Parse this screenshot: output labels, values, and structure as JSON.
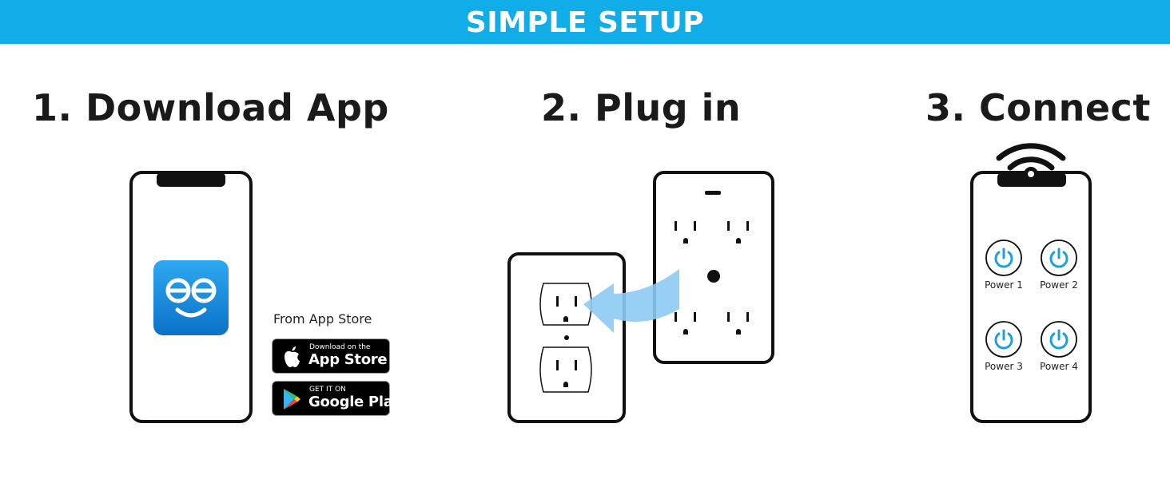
{
  "banner": {
    "title": "SIMPLE SETUP"
  },
  "steps": [
    {
      "title": "1. Download App"
    },
    {
      "title": "2. Plug in"
    },
    {
      "title": "3. Connect"
    }
  ],
  "download": {
    "from_label": "From App Store",
    "app_store": {
      "small": "Download on the",
      "big": "App Store"
    },
    "google_play": {
      "small": "GET IT ON",
      "big": "Google Play"
    }
  },
  "connect": {
    "buttons": [
      {
        "label": "Power 1"
      },
      {
        "label": "Power 2"
      },
      {
        "label": "Power 3"
      },
      {
        "label": "Power 4"
      }
    ]
  },
  "colors": {
    "banner": "#10ade8",
    "accent": "#1a9fe0",
    "app_icon_top": "#2fa8f0",
    "app_icon_bottom": "#0a72c8",
    "arrow": "#8ccbf3",
    "outline": "#111111"
  },
  "icons": [
    "apple-icon",
    "google-play-icon",
    "wifi-icon",
    "power-icon",
    "app-icon"
  ]
}
